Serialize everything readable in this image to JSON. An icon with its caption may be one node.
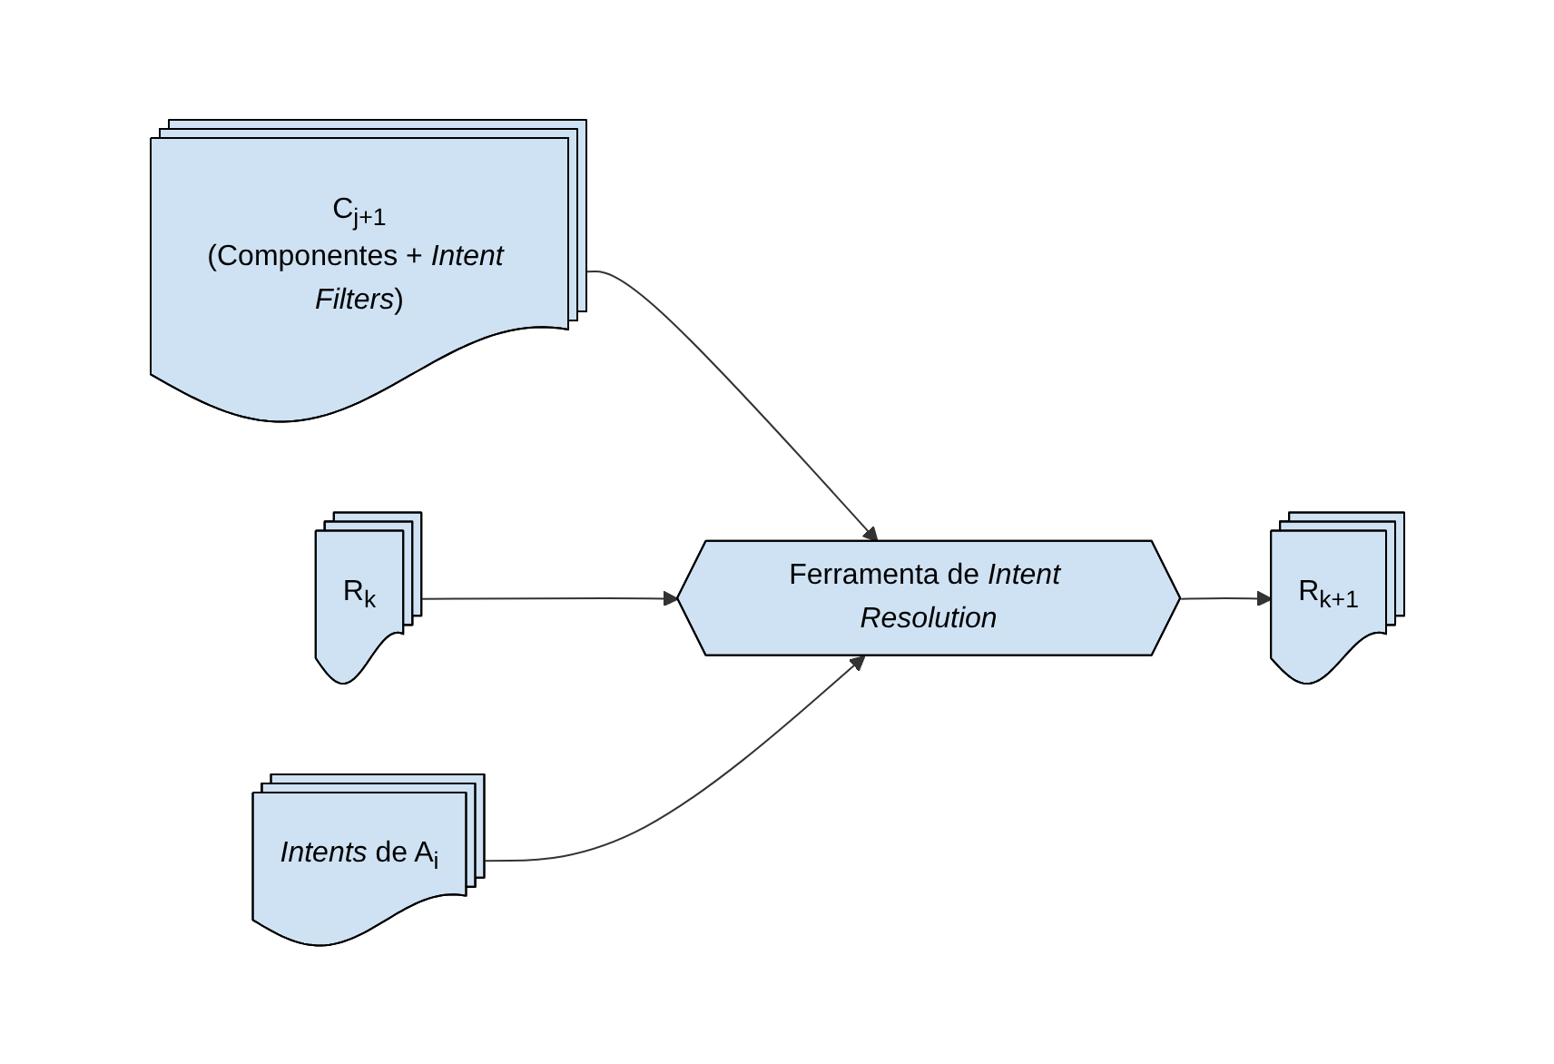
{
  "diagram": {
    "nodes": [
      {
        "text": [
          "C$_{j+1}$",
          "(Componentes + *Intent Filters*)"
        ]
      },
      {
        "text": [
          "R$_{k}$"
        ]
      },
      {
        "text": [
          "*Intents* de A$_{i}$"
        ]
      },
      {
        "text": [
          "Ferramenta de *Intent Resolution*"
        ]
      },
      {
        "text": [
          "R$_{k+1}$"
        ]
      }
    ],
    "edges": [
      {
        "from": 0,
        "to": 3,
        "arrow": "to"
      },
      {
        "from": 1,
        "to": 3,
        "arrow": "to"
      },
      {
        "from": 2,
        "to": 3,
        "arrow": "to"
      },
      {
        "from": 3,
        "to": 4,
        "arrow": "to"
      }
    ]
  }
}
